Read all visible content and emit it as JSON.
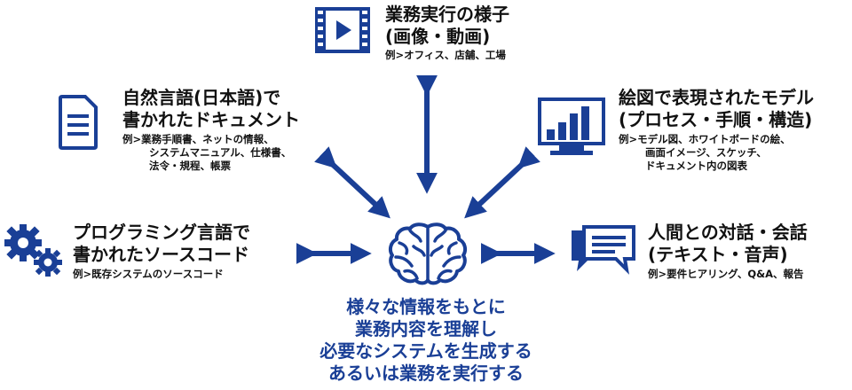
{
  "colors": {
    "primary": "#1a3f96",
    "text": "#111111"
  },
  "nodes": {
    "video": {
      "icon": "video-play-icon",
      "title": [
        "業務実行の様子",
        "(画像・動画)"
      ],
      "example": [
        "例>オフィス、店舗、工場"
      ]
    },
    "document": {
      "icon": "document-icon",
      "title": [
        "自然言語(日本語)で",
        "書かれたドキュメント"
      ],
      "example": [
        "例>業務手順書、ネットの情報、",
        "システムマニュアル、仕様書、",
        "法令・規程、帳票"
      ]
    },
    "chart": {
      "icon": "bar-chart-monitor-icon",
      "title": [
        "絵図で表現されたモデル",
        "(プロセス・手順・構造)"
      ],
      "example": [
        "例>モデル図、ホワイトボードの絵、",
        "画面イメージ、スケッチ、",
        "ドキュメント内の図表"
      ]
    },
    "code": {
      "icon": "gears-icon",
      "title": [
        "プログラミング言語で",
        "書かれたソースコード"
      ],
      "example": [
        "例>既存システムのソースコード"
      ]
    },
    "chat": {
      "icon": "chat-bubbles-icon",
      "title": [
        "人間との対話・会話",
        "(テキスト・音声)"
      ],
      "example": [
        "例>要件ヒアリング、Q&A、報告"
      ]
    }
  },
  "center": {
    "icon": "brain-icon",
    "text": [
      "様々な情報をもとに",
      "業務内容を理解し",
      "必要なシステムを生成する",
      "あるいは業務を実行する"
    ]
  }
}
